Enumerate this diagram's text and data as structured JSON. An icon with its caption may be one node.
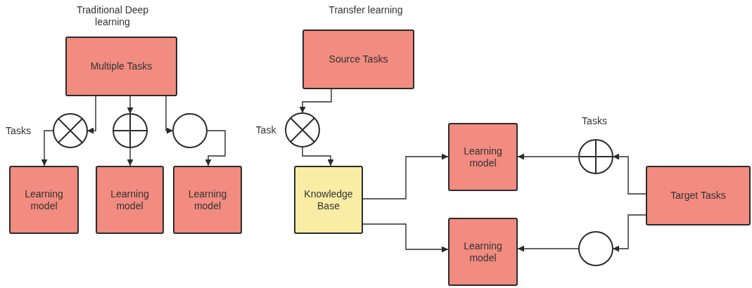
{
  "diagram": {
    "nodes": [
      {
        "text": [
          "Multiple Tasks"
        ]
      },
      {
        "text": [],
        "shape": "circle"
      },
      {
        "text": [],
        "shape": "circle"
      },
      {
        "text": [],
        "shape": "circle"
      },
      {
        "text": [
          "Learning model"
        ]
      },
      {
        "text": [
          "Learning model"
        ]
      },
      {
        "text": [
          "Learning model"
        ]
      },
      {
        "text": [
          "Source Tasks"
        ]
      },
      {
        "text": [],
        "shape": "circle"
      },
      {
        "text": [
          "Knowledge Base"
        ]
      },
      {
        "text": [
          "Learning model"
        ]
      },
      {
        "text": [
          "Learning model"
        ]
      },
      {
        "text": [
          "Target Tasks"
        ]
      },
      {
        "text": [],
        "shape": "circle"
      },
      {
        "text": [],
        "shape": "circle"
      }
    ],
    "edges": [
      {
        "from": 0,
        "to": 1,
        "arrow": "to"
      },
      {
        "from": 0,
        "to": 2,
        "arrow": "to"
      },
      {
        "from": 0,
        "to": 3,
        "arrow": "to"
      },
      {
        "from": 1,
        "to": 4,
        "arrow": "to"
      },
      {
        "from": 2,
        "to": 5,
        "arrow": "to"
      },
      {
        "from": 3,
        "to": 6,
        "arrow": "to"
      },
      {
        "from": 7,
        "to": 8,
        "arrow": "to"
      },
      {
        "from": 8,
        "to": 9,
        "arrow": "to"
      },
      {
        "from": 9,
        "to": 10,
        "arrow": "to"
      },
      {
        "from": 9,
        "to": 11,
        "arrow": "to"
      },
      {
        "from": 13,
        "to": 10,
        "arrow": "to"
      },
      {
        "from": 12,
        "to": 13,
        "arrow": "to"
      },
      {
        "from": 12,
        "to": 14,
        "arrow": "to"
      },
      {
        "from": 14,
        "to": 11,
        "arrow": "to"
      }
    ],
    "labels": [
      "Traditional Deep learning",
      "Transfer learning",
      "Tasks",
      "Task",
      "Tasks"
    ]
  }
}
